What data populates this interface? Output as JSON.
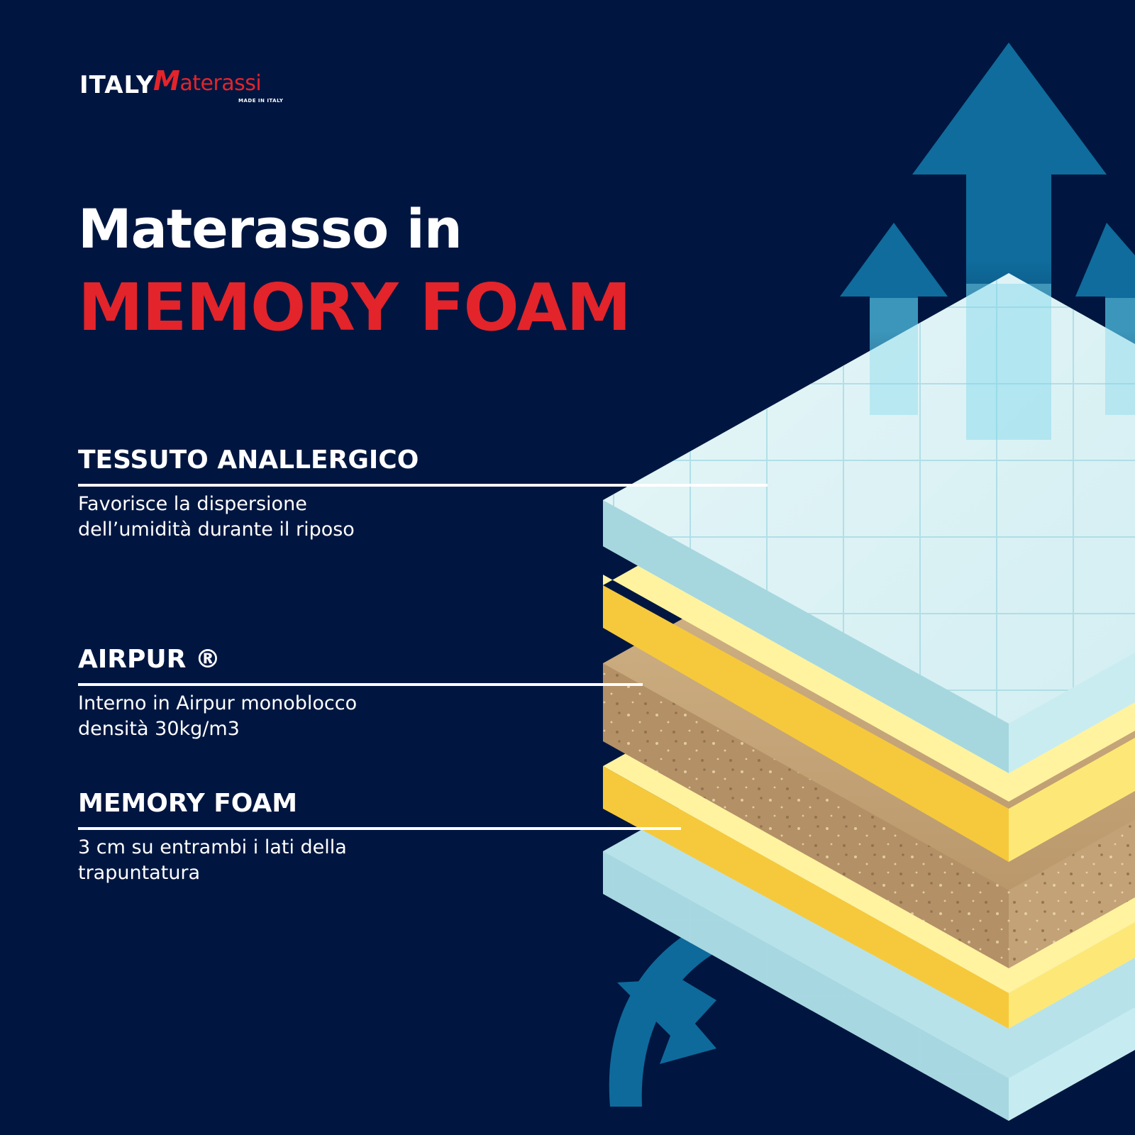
{
  "brand": {
    "logo_italy": "ITALY",
    "logo_m": "M",
    "logo_rest": "aterassi",
    "tagline": "MADE IN ITALY"
  },
  "headline": {
    "line1": "Materasso in",
    "line2": "MEMORY FOAM"
  },
  "features": [
    {
      "title": "TESSUTO ANALLERGICO",
      "desc_line1": "Favorisce la dispersione",
      "desc_line2": "dell’umidità durante il riposo"
    },
    {
      "title": "AIRPUR ®",
      "desc_line1": "Interno in Airpur monoblocco",
      "desc_line2": "densità 30kg/m3"
    },
    {
      "title": "MEMORY FOAM",
      "desc_line1": "3 cm su entrambi i lati della",
      "desc_line2": "trapuntatura"
    }
  ],
  "colors": {
    "background": "#001640",
    "accent_red": "#e3242b",
    "arrow_blue": "#0e6a9b",
    "fabric_light": "#dff3f6",
    "memory_yellow": "#fff293",
    "airpur_tan": "#c9a97a"
  },
  "icons": [
    "airflow-up-arrow-icon",
    "airflow-curved-arrow-icon"
  ]
}
